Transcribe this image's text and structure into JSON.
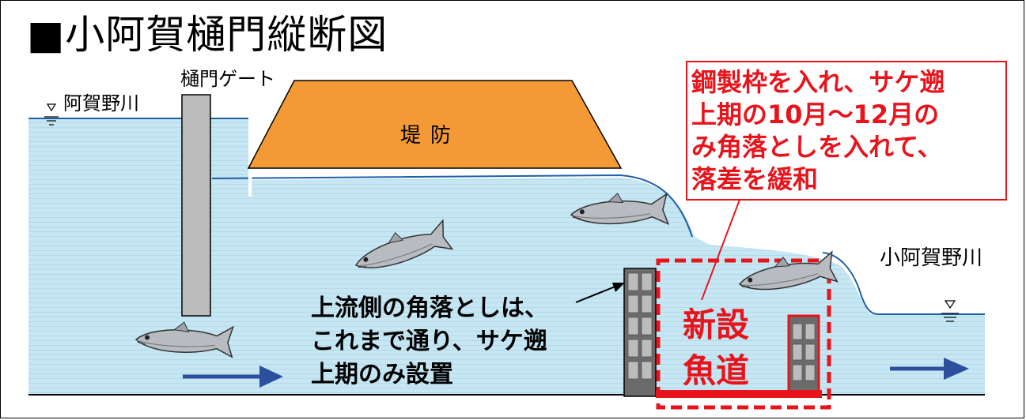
{
  "title": "■小阿賀樋門縦断図",
  "labels": {
    "river_left": "阿賀野川",
    "gate": "樋門ゲート",
    "levee": "堤防",
    "river_right": "小阿賀野川"
  },
  "note_lines": [
    "上流側の角落としは、",
    "これまで通り、サケ遡",
    "上期のみ設置"
  ],
  "callout_lines": [
    "鋼製枠を入れ、サケ遡",
    "上期の10月～12月の",
    "み角落としを入れて、",
    "落差を緩和"
  ],
  "fishway_lines": [
    "新設",
    "魚道"
  ],
  "colors": {
    "water": "#c5e6f2",
    "water_line": "#1f5fa8",
    "levee": "#f39a36",
    "gate": "#bcbcbc",
    "accent_red": "#e8141c",
    "arrow": "#2c4f9e",
    "fish": "#b8bcc0"
  },
  "icons": [
    "water-level-marker-icon",
    "flow-arrow-icon",
    "fish-icon"
  ]
}
